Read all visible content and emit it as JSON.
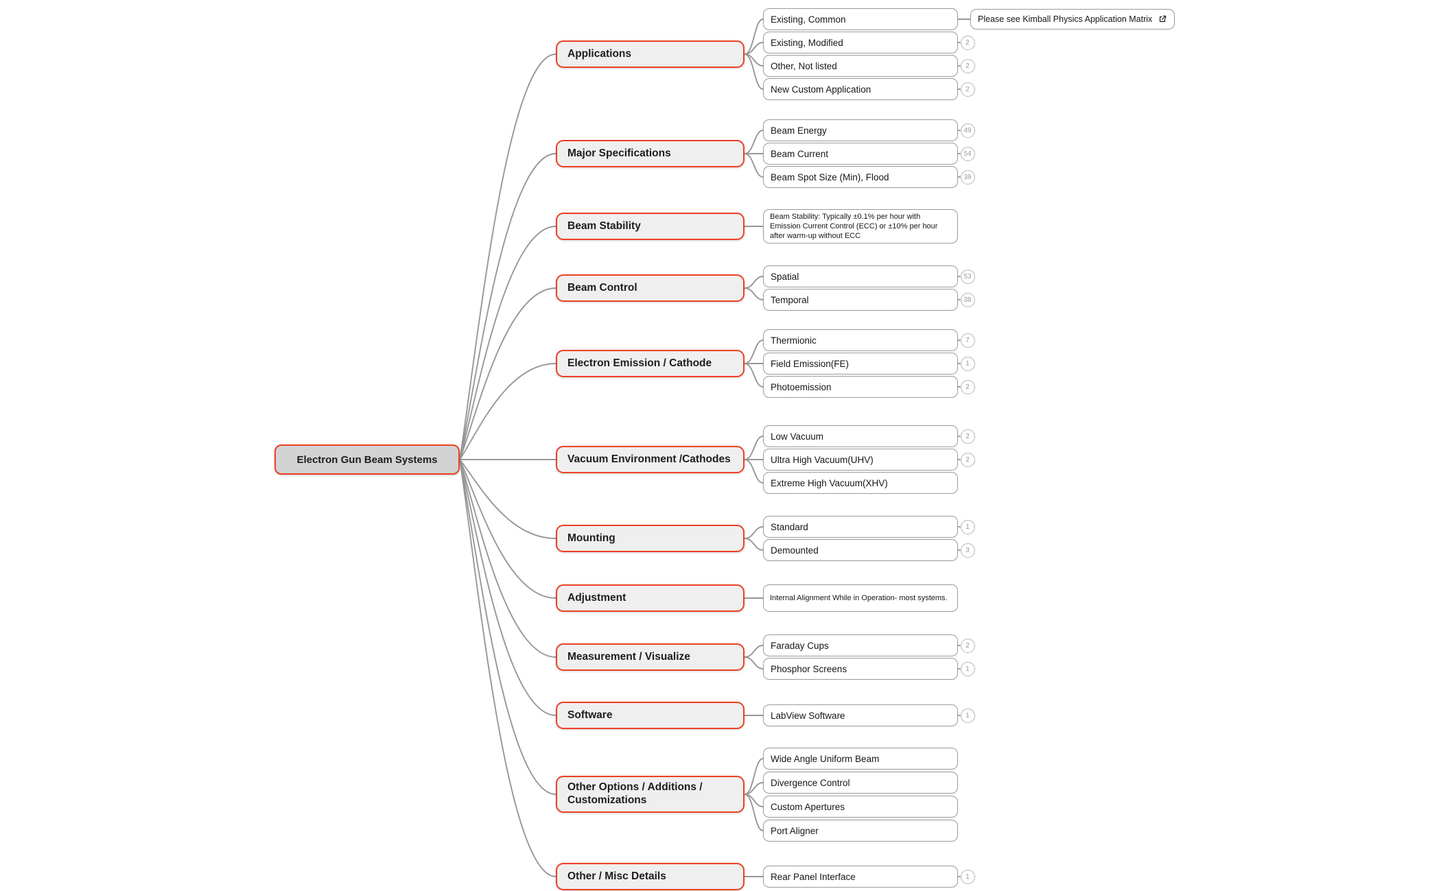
{
  "root": {
    "label": "Electron Gun Beam Systems"
  },
  "branches": [
    {
      "label": "Applications",
      "children": [
        {
          "label": "Existing, Common",
          "note": {
            "label": "Please see Kimball Physics Application Matrix",
            "icon": "external-link-icon"
          }
        },
        {
          "label": "Existing, Modified",
          "badge": "2"
        },
        {
          "label": "Other, Not listed",
          "badge": "2"
        },
        {
          "label": "New Custom Application",
          "badge": "2"
        }
      ]
    },
    {
      "label": "Major Specifications",
      "children": [
        {
          "label": "Beam Energy",
          "badge": "49"
        },
        {
          "label": "Beam Current",
          "badge": "54"
        },
        {
          "label": "Beam Spot Size (Min), Flood",
          "badge": "38"
        }
      ]
    },
    {
      "label": "Beam Stability",
      "children": [
        {
          "label": "Beam Stability: Typically ±0.1% per hour with Emission Current Control (ECC) or ±10% per hour after warm-up without ECC",
          "multiline": true
        }
      ]
    },
    {
      "label": "Beam Control",
      "children": [
        {
          "label": "Spatial",
          "badge": "53"
        },
        {
          "label": "Temporal",
          "badge": "38"
        }
      ]
    },
    {
      "label": "Electron Emission / Cathode",
      "children": [
        {
          "label": "Thermionic",
          "badge": "7"
        },
        {
          "label": "Field Emission(FE)",
          "badge": "1"
        },
        {
          "label": "Photoemission",
          "badge": "2"
        }
      ]
    },
    {
      "label": "Vacuum Environment /Cathodes",
      "children": [
        {
          "label": "Low Vacuum",
          "badge": "2"
        },
        {
          "label": "Ultra High Vacuum(UHV)",
          "badge": "2"
        },
        {
          "label": "Extreme High Vacuum(XHV)"
        }
      ]
    },
    {
      "label": "Mounting",
      "children": [
        {
          "label": "Standard",
          "badge": "1"
        },
        {
          "label": "Demounted",
          "badge": "3"
        }
      ]
    },
    {
      "label": "Adjustment",
      "children": [
        {
          "label": "Internal Alignment While in Operation- most systems.",
          "multiline": true
        }
      ]
    },
    {
      "label": "Measurement / Visualize",
      "children": [
        {
          "label": "Faraday Cups",
          "badge": "2"
        },
        {
          "label": "Phosphor Screens",
          "badge": "1"
        }
      ]
    },
    {
      "label": "Software",
      "children": [
        {
          "label": "LabView Software",
          "badge": "1"
        }
      ]
    },
    {
      "label": "Other Options / Additions / Customizations",
      "children": [
        {
          "label": "Wide Angle Uniform Beam"
        },
        {
          "label": "Divergence Control"
        },
        {
          "label": "Custom Apertures"
        },
        {
          "label": "Port Aligner"
        }
      ]
    },
    {
      "label": "Other / Misc Details",
      "children": [
        {
          "label": "Rear Panel Interface",
          "badge": "1"
        }
      ]
    }
  ],
  "colors": {
    "accent": "#ee4023",
    "root_fill": "#d3d3d3",
    "branch_fill": "#efefef",
    "node_border": "#9a9a9a",
    "connector": "#979797",
    "badge_border": "#b5b5b5",
    "badge_text": "#999999",
    "text": "#1d1d1d"
  }
}
